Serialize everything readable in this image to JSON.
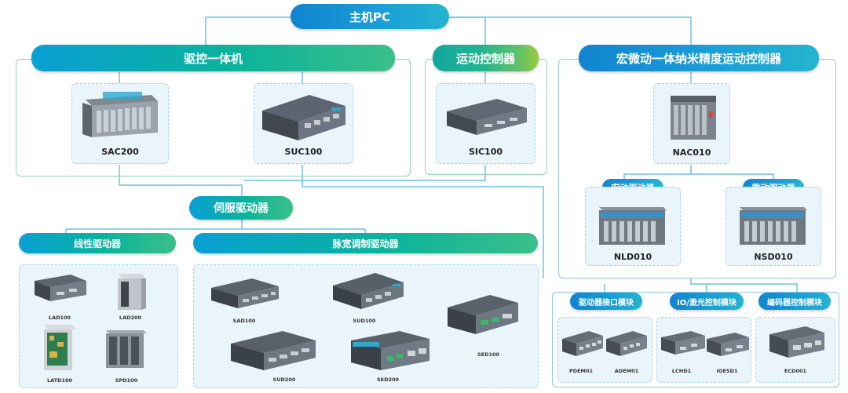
{
  "root": {
    "label": "主机PC"
  },
  "groups": {
    "drive_integrated": "驱控一体机",
    "motion_controller": "运动控制器",
    "macro_micro": "宏微动一体纳米精度运动控制器",
    "servo_drive": "伺服驱动器",
    "linear_drive": "线性驱动器",
    "pwm_drive": "脉宽调制驱动器",
    "macro_drive": "宏动驱动器",
    "micro_drive": "微动驱动器",
    "drive_interface": "驱动器接口模块",
    "io_laser": "IO/激光控制模块",
    "encoder_ctrl": "编码器控制模块"
  },
  "devices": {
    "sac200": "SAC200",
    "suc100": "SUC100",
    "sic100": "SIC100",
    "nac010": "NAC010",
    "nld010": "NLD010",
    "nsd010": "NSD010",
    "lad100": "LAD100",
    "lad200": "LAD200",
    "latd100": "LATD100",
    "spd100": "SPD100",
    "sad100": "SAD100",
    "sud100": "SUD100",
    "sed100": "SED100",
    "sud200": "SUD200",
    "sed200": "SED200",
    "pdem01": "PDEM01",
    "adem01": "ADEM01",
    "lchd1": "LCHD1",
    "ioesd1": "IOESD1",
    "ecd001": "ECD001"
  },
  "colors": {
    "connector_line": "#6cc3e4",
    "green_frame": "#8fd6b5",
    "blue_frame": "#8ec9ea",
    "device_panel_bg": "#eaf4fb"
  }
}
